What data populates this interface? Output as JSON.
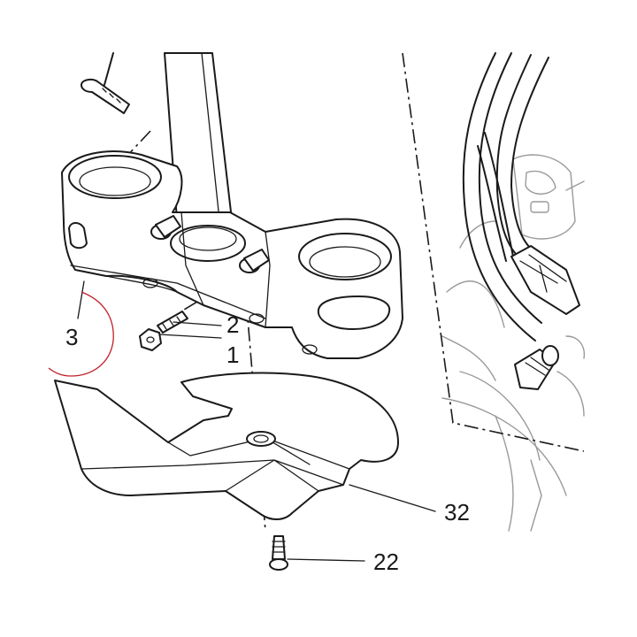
{
  "callouts": [
    {
      "id": "1",
      "label": "1"
    },
    {
      "id": "2",
      "label": "2"
    },
    {
      "id": "3",
      "label": "3"
    },
    {
      "id": "22",
      "label": "22"
    },
    {
      "id": "32",
      "label": "32"
    }
  ],
  "colors": {
    "line": "#1a1a1a",
    "background_detail": "#9a9a9a",
    "highlight_circle": "#c0202a",
    "paper": "#ffffff"
  }
}
